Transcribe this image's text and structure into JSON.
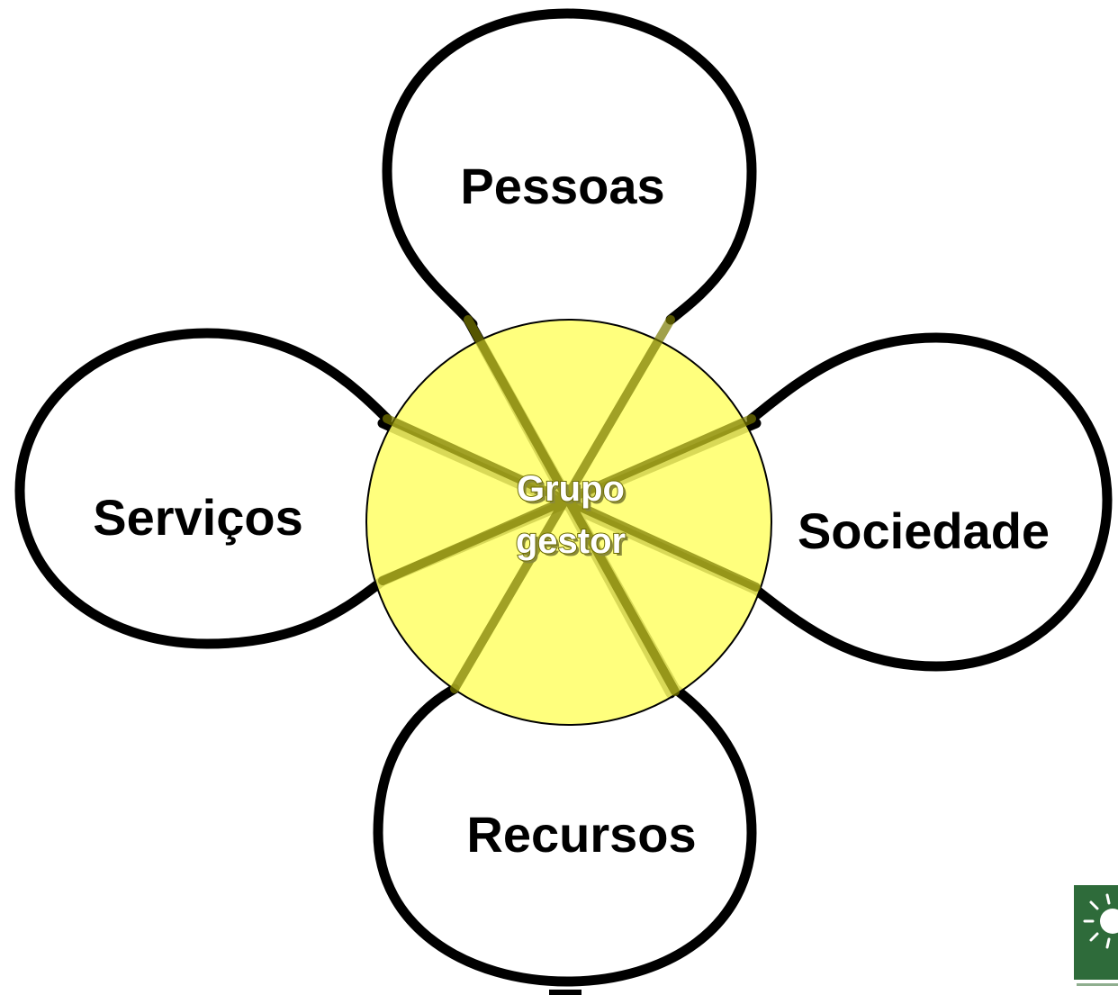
{
  "diagram": {
    "center": {
      "line1": "Grupo",
      "line2": "gestor"
    },
    "petals": {
      "top": "Pessoas",
      "left": "Serviços",
      "right": "Sociedade",
      "bottom": "Recursos"
    }
  },
  "colors": {
    "center_fill": "#ffff66",
    "outline": "#000000",
    "logo_green": "#2e6b3a"
  }
}
